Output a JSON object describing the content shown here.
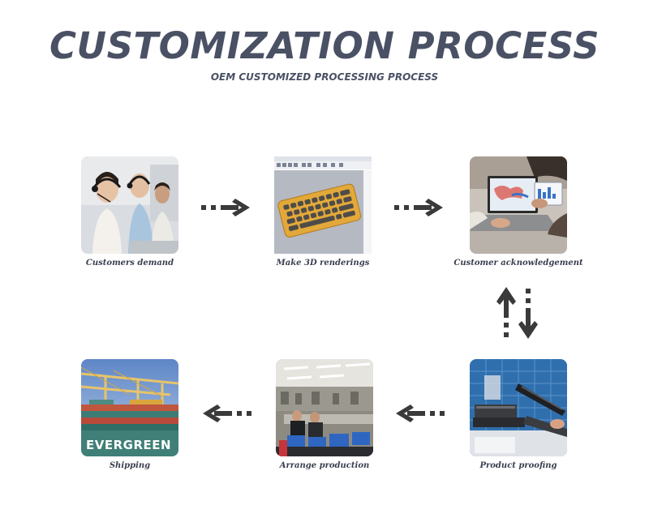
{
  "header": {
    "title": "CUSTOMIZATION PROCESS",
    "subtitle": "OEM CUSTOMIZED PROCESSING PROCESS"
  },
  "steps": [
    {
      "label": "Customers demand",
      "image": "call-center-photo"
    },
    {
      "label": "Make 3D renderings",
      "image": "cad-keyboard-rendering"
    },
    {
      "label": "Customer acknowledgement",
      "image": "laptop-review-photo"
    },
    {
      "label": "Product proofing",
      "image": "keyboard-prototype-photo"
    },
    {
      "label": "Arrange production",
      "image": "factory-floor-photo"
    },
    {
      "label": "Shipping",
      "image": "container-port-photo"
    }
  ],
  "photo_text": {
    "ship_name": "EVERGREEN"
  },
  "colors": {
    "title": "#4a5164",
    "arrow": "#3a3a3a",
    "keyboard": "#e2a93a"
  }
}
